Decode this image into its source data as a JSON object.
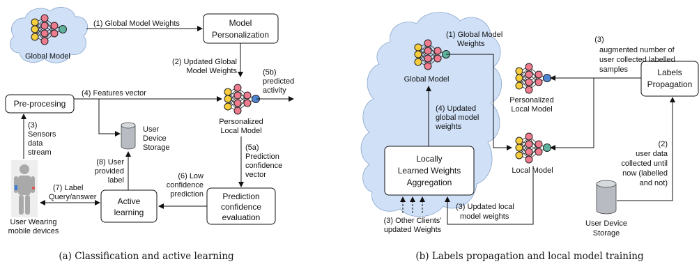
{
  "panel_a": {
    "caption": "(a) Classification and active learning",
    "global_model": "Global Model",
    "model_personalization": [
      "Model",
      "Personalization"
    ],
    "step1": "(1) Global Model Weights",
    "step2": [
      "(2) Updated Global",
      "Model Weights"
    ],
    "preprocessing": "Pre-procesing",
    "step4": "(4) Features vector",
    "personalized_local_model": [
      "Personalized",
      "Local Model"
    ],
    "step5b": [
      "(5b)",
      "predicted",
      "activity"
    ],
    "step3": [
      "(3)",
      "Sensors",
      "data",
      "stream"
    ],
    "user_device_storage": [
      "User",
      "Device",
      "Storage"
    ],
    "step8": [
      "(8) User",
      "provided",
      "label"
    ],
    "step5a": [
      "(5a)",
      "Prediction",
      "confidence",
      "vector"
    ],
    "step6": [
      "(6) Low",
      "confidence",
      "prediction"
    ],
    "step7": [
      "(7) Label",
      "Query/answer"
    ],
    "active_learning": [
      "Active",
      "learning"
    ],
    "prediction_confidence": [
      "Prediction",
      "confidence",
      "evaluation"
    ],
    "user_wearing": [
      "User Wearing",
      "mobile devices"
    ]
  },
  "panel_b": {
    "caption": "(b) Labels propagation and local model training",
    "step1": [
      "(1) Global Model",
      "Weights"
    ],
    "global_model": "Global Model",
    "step3_augmented": [
      "(3)",
      "augmented number of",
      "user collected labelled",
      "samples"
    ],
    "labels_propagation": [
      "Labels",
      "Propagation"
    ],
    "personalized_local_model": [
      "Personalized",
      "Local Model"
    ],
    "step4": [
      "(4) Updated",
      "global model",
      "weights"
    ],
    "local_model": "Local Model",
    "aggregation": [
      "Locally",
      "Learned Weights",
      "Aggregation"
    ],
    "step2": [
      "(2)",
      "user data",
      "collected until",
      "now (labelled",
      "and not)"
    ],
    "step3_updated": [
      "(3) Updated local",
      "model weights"
    ],
    "step3_other": [
      "(3) Other Clients'",
      "updated Weights"
    ],
    "user_device_storage": [
      "User Device",
      "Storage"
    ]
  },
  "colors": {
    "node_yellow": "#f6cd3c",
    "node_pink": "#ee7b8e",
    "node_blue": "#4f86d4",
    "node_teal": "#5fb39e",
    "cloud": "#cfe0f7",
    "storage": "#b8bcc2"
  },
  "icons": [
    "neural-network-icon",
    "cloud-icon",
    "database-icon",
    "person-icon"
  ]
}
